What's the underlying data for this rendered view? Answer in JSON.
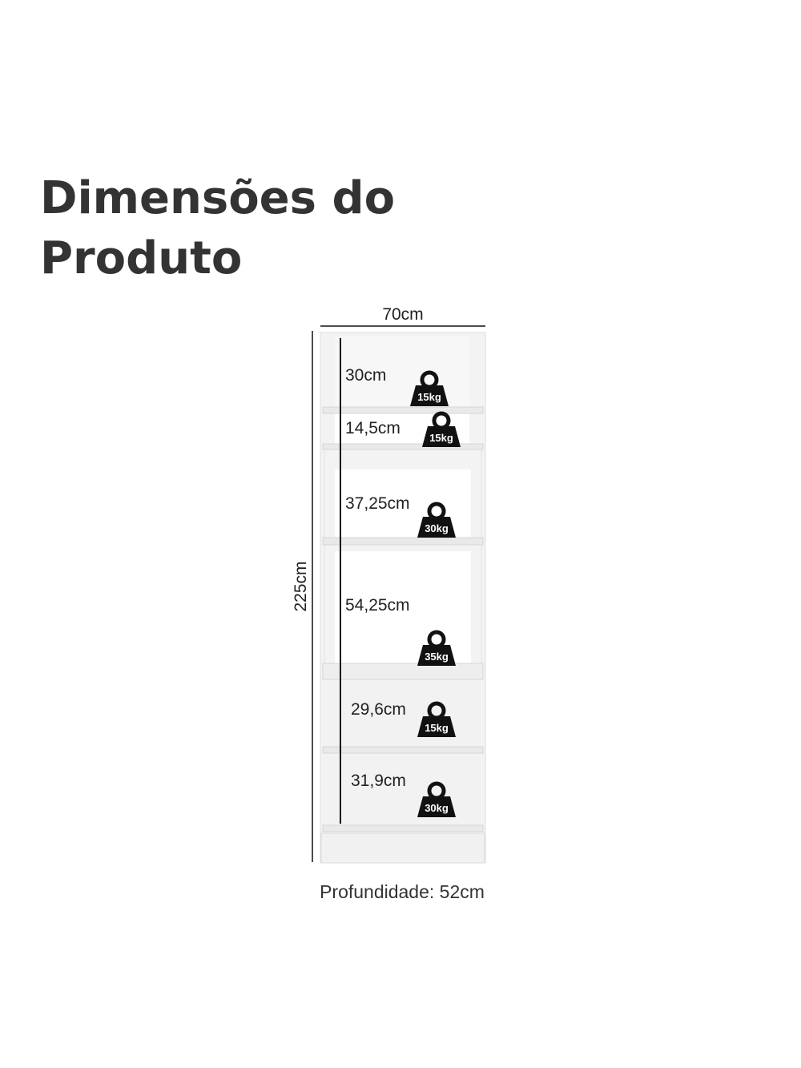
{
  "title": {
    "line1": "Dimensões do",
    "line2": "Produto"
  },
  "dimensions": {
    "width": "70cm",
    "height": "225cm",
    "depth": "Profundidade: 52cm"
  },
  "shelves": [
    {
      "height": "30cm",
      "weight": "15kg"
    },
    {
      "height": "14,5cm",
      "weight": "15kg"
    },
    {
      "height": "37,25cm",
      "weight": "30kg"
    },
    {
      "height": "54,25cm",
      "weight": "35kg"
    },
    {
      "height": "29,6cm",
      "weight": "15kg"
    },
    {
      "height": "31,9cm",
      "weight": "30kg"
    }
  ],
  "colors": {
    "text": "#333333",
    "cabinet": "#f2f2f2",
    "cabinet_edge": "#d4d4d4",
    "weight_icon": "#111111"
  },
  "icons": {
    "weight": "kettlebell-weight-icon"
  }
}
